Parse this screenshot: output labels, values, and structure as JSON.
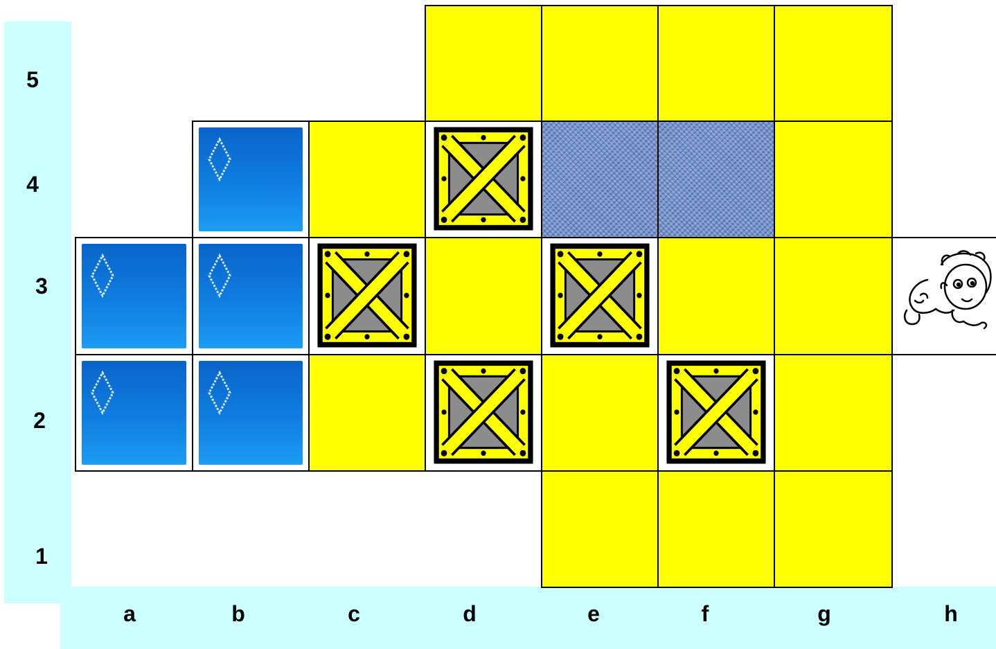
{
  "row_labels": [
    "5",
    "4",
    "3",
    "2",
    "1"
  ],
  "col_labels": [
    "a",
    "b",
    "c",
    "d",
    "e",
    "f",
    "g",
    "h"
  ],
  "board": {
    "floor_color": "#ffff00",
    "goal_tile_icon": "diamond-goal-tile-icon",
    "crate_icon": "crate-icon",
    "water_icon": "water-icon",
    "player_icon": "boy-player-icon",
    "cells": [
      {
        "cell": "d5",
        "type": "floor"
      },
      {
        "cell": "e5",
        "type": "floor"
      },
      {
        "cell": "f5",
        "type": "floor"
      },
      {
        "cell": "g5",
        "type": "floor"
      },
      {
        "cell": "b4",
        "type": "goal"
      },
      {
        "cell": "c4",
        "type": "floor"
      },
      {
        "cell": "d4",
        "type": "crate"
      },
      {
        "cell": "e4",
        "type": "water"
      },
      {
        "cell": "f4",
        "type": "water"
      },
      {
        "cell": "g4",
        "type": "floor"
      },
      {
        "cell": "a3",
        "type": "goal"
      },
      {
        "cell": "b3",
        "type": "goal"
      },
      {
        "cell": "c3",
        "type": "crate"
      },
      {
        "cell": "d3",
        "type": "floor"
      },
      {
        "cell": "e3",
        "type": "crate"
      },
      {
        "cell": "f3",
        "type": "floor"
      },
      {
        "cell": "g3",
        "type": "floor"
      },
      {
        "cell": "h3",
        "type": "player"
      },
      {
        "cell": "a2",
        "type": "goal"
      },
      {
        "cell": "b2",
        "type": "goal"
      },
      {
        "cell": "c2",
        "type": "floor"
      },
      {
        "cell": "d2",
        "type": "crate"
      },
      {
        "cell": "e2",
        "type": "floor"
      },
      {
        "cell": "f2",
        "type": "crate"
      },
      {
        "cell": "g2",
        "type": "floor"
      },
      {
        "cell": "e1",
        "type": "floor"
      },
      {
        "cell": "f1",
        "type": "floor"
      },
      {
        "cell": "g1",
        "type": "floor"
      }
    ]
  }
}
